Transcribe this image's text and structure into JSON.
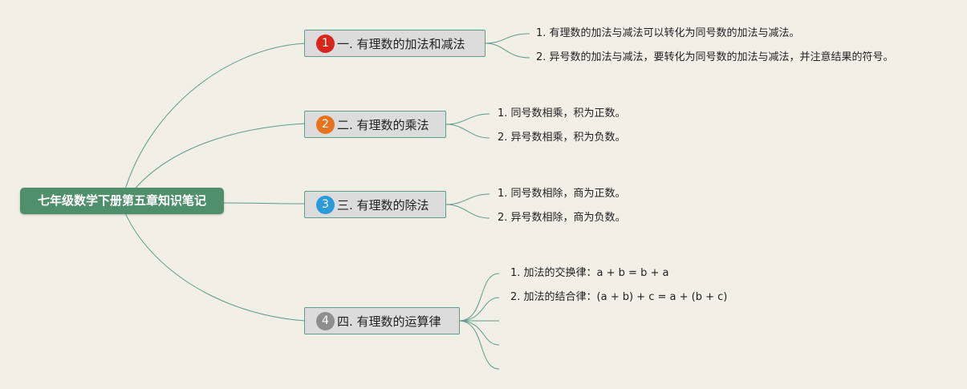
{
  "root": {
    "label": "七年级数学下册第五章知识笔记"
  },
  "colors": {
    "line": "#5e9c8c",
    "root_fill": "#4f8f6b",
    "topic_fill": "#dcdcdc",
    "badge_1": "#d9261c",
    "badge_2": "#e8731e",
    "badge_3": "#2b9ad8",
    "badge_4": "#8e8e8e"
  },
  "topics": [
    {
      "num": "1",
      "label": "一. 有理数的加法和减法",
      "notes": [
        "1. 有理数的加法与减法可以转化为同号数的加法与减法。",
        "2. 异号数的加法与减法，要转化为同号数的加法与减法，并注意结果的符号。"
      ]
    },
    {
      "num": "2",
      "label": "二. 有理数的乘法",
      "notes": [
        "1. 同号数相乘，积为正数。",
        "2. 异号数相乘，积为负数。"
      ]
    },
    {
      "num": "3",
      "label": "三. 有理数的除法",
      "notes": [
        "1. 同号数相除，商为正数。",
        "2. 异号数相除，商为负数。"
      ]
    },
    {
      "num": "4",
      "label": "四. 有理数的运算律",
      "notes": [
        "1. 加法的交换律：a + b = b + a",
        "2. 加法的结合律：(a + b) + c = a + (b + c)"
      ]
    }
  ]
}
